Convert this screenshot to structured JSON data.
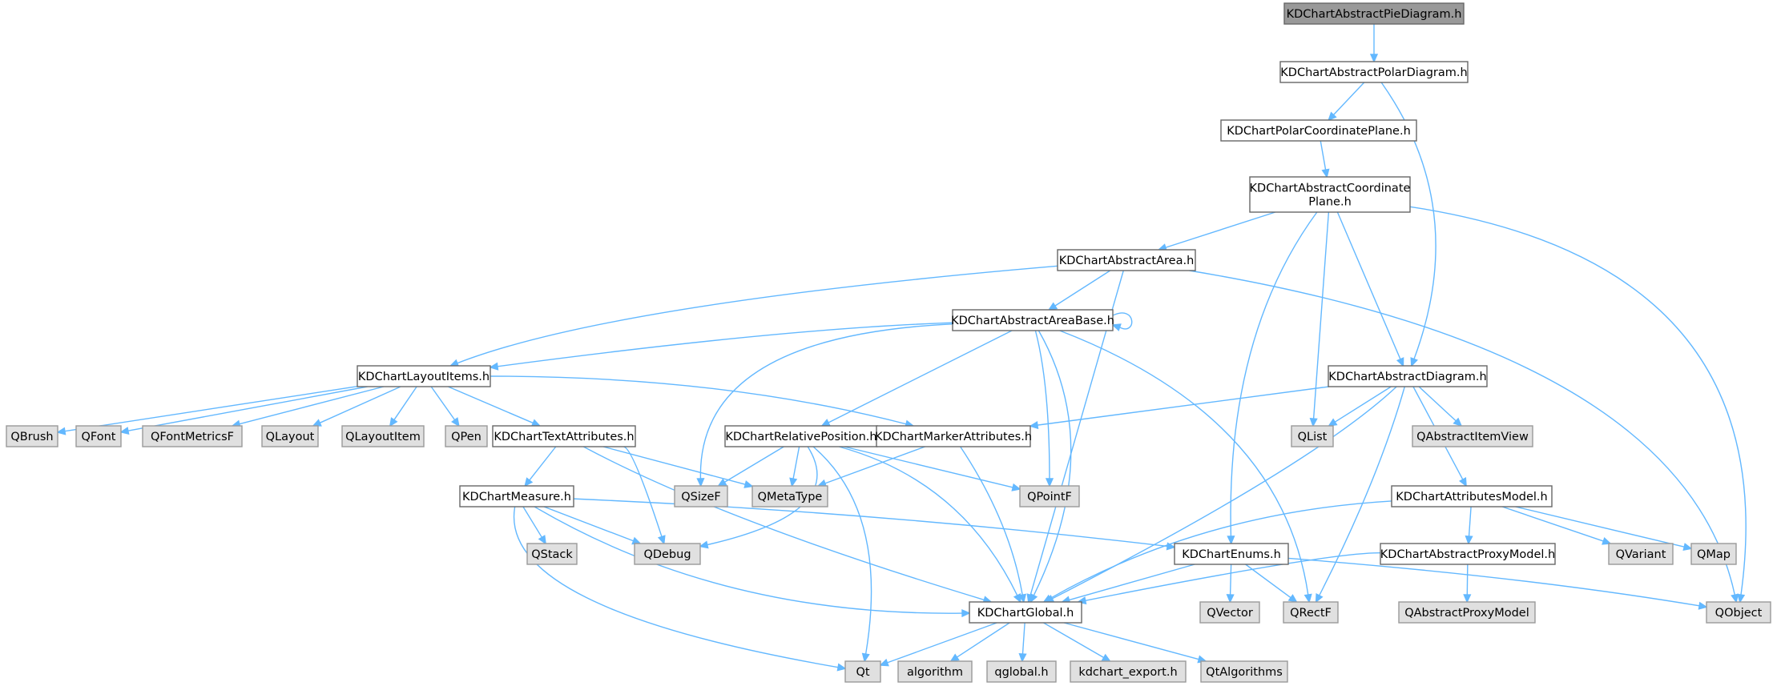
{
  "style": {
    "edge_color": "#63b8ff",
    "project_fill": "#ffffff",
    "project_border": "#666666",
    "external_fill": "#e0e0e0",
    "external_border": "#999999",
    "root_fill": "#999999"
  },
  "nodes": {
    "pie": {
      "label": [
        "KDChartAbstractPieDiagram.h"
      ],
      "kind": "root"
    },
    "polar": {
      "label": [
        "KDChartAbstractPolarDiagram.h"
      ],
      "kind": "project"
    },
    "polarplane": {
      "label": [
        "KDChartPolarCoordinatePlane.h"
      ],
      "kind": "project"
    },
    "coordplane": {
      "label": [
        "KDChartAbstractCoordinate",
        "Plane.h"
      ],
      "kind": "project"
    },
    "area": {
      "label": [
        "KDChartAbstractArea.h"
      ],
      "kind": "project"
    },
    "areabase": {
      "label": [
        "KDChartAbstractAreaBase.h"
      ],
      "kind": "project"
    },
    "layoutitems": {
      "label": [
        "KDChartLayoutItems.h"
      ],
      "kind": "project"
    },
    "diagram": {
      "label": [
        "KDChartAbstractDiagram.h"
      ],
      "kind": "project"
    },
    "QBrush": {
      "label": [
        "QBrush"
      ],
      "kind": "external"
    },
    "QFont": {
      "label": [
        "QFont"
      ],
      "kind": "external"
    },
    "QFontMetricsF": {
      "label": [
        "QFontMetricsF"
      ],
      "kind": "external"
    },
    "QLayout": {
      "label": [
        "QLayout"
      ],
      "kind": "external"
    },
    "QLayoutItem": {
      "label": [
        "QLayoutItem"
      ],
      "kind": "external"
    },
    "QPen": {
      "label": [
        "QPen"
      ],
      "kind": "external"
    },
    "textattr": {
      "label": [
        "KDChartTextAttributes.h"
      ],
      "kind": "project"
    },
    "relpos": {
      "label": [
        "KDChartRelativePosition.h"
      ],
      "kind": "project"
    },
    "marker": {
      "label": [
        "KDChartMarkerAttributes.h"
      ],
      "kind": "project"
    },
    "QList": {
      "label": [
        "QList"
      ],
      "kind": "external"
    },
    "QAbstractItemView": {
      "label": [
        "QAbstractItemView"
      ],
      "kind": "external"
    },
    "measure": {
      "label": [
        "KDChartMeasure.h"
      ],
      "kind": "project"
    },
    "QSizeF": {
      "label": [
        "QSizeF"
      ],
      "kind": "external"
    },
    "QMetaType": {
      "label": [
        "QMetaType"
      ],
      "kind": "external"
    },
    "QPointF": {
      "label": [
        "QPointF"
      ],
      "kind": "external"
    },
    "attrmodel": {
      "label": [
        "KDChartAttributesModel.h"
      ],
      "kind": "project"
    },
    "QStack": {
      "label": [
        "QStack"
      ],
      "kind": "external"
    },
    "QDebug": {
      "label": [
        "QDebug"
      ],
      "kind": "external"
    },
    "enums": {
      "label": [
        "KDChartEnums.h"
      ],
      "kind": "project"
    },
    "proxymodel": {
      "label": [
        "KDChartAbstractProxyModel.h"
      ],
      "kind": "project"
    },
    "QVariant": {
      "label": [
        "QVariant"
      ],
      "kind": "external"
    },
    "QMap": {
      "label": [
        "QMap"
      ],
      "kind": "external"
    },
    "global": {
      "label": [
        "KDChartGlobal.h"
      ],
      "kind": "project"
    },
    "QVector": {
      "label": [
        "QVector"
      ],
      "kind": "external"
    },
    "QRectF": {
      "label": [
        "QRectF"
      ],
      "kind": "external"
    },
    "QAbstractProxyModel": {
      "label": [
        "QAbstractProxyModel"
      ],
      "kind": "external"
    },
    "QObject": {
      "label": [
        "QObject"
      ],
      "kind": "external"
    },
    "Qt": {
      "label": [
        "Qt"
      ],
      "kind": "external"
    },
    "algorithm": {
      "label": [
        "algorithm"
      ],
      "kind": "external"
    },
    "qglobal": {
      "label": [
        "qglobal.h"
      ],
      "kind": "external"
    },
    "kdchart_export": {
      "label": [
        "kdchart_export.h"
      ],
      "kind": "external"
    },
    "QtAlgorithms": {
      "label": [
        "QtAlgorithms"
      ],
      "kind": "external"
    }
  },
  "edges": [
    [
      "pie",
      "polar"
    ],
    [
      "polar",
      "polarplane"
    ],
    [
      "polar",
      "diagram"
    ],
    [
      "polarplane",
      "coordplane"
    ],
    [
      "coordplane",
      "area"
    ],
    [
      "coordplane",
      "QList"
    ],
    [
      "coordplane",
      "diagram"
    ],
    [
      "coordplane",
      "enums"
    ],
    [
      "coordplane",
      "QObject"
    ],
    [
      "area",
      "areabase"
    ],
    [
      "area",
      "layoutitems"
    ],
    [
      "area",
      "global"
    ],
    [
      "area",
      "QObject"
    ],
    [
      "areabase",
      "areabase"
    ],
    [
      "areabase",
      "layoutitems"
    ],
    [
      "areabase",
      "relpos"
    ],
    [
      "areabase",
      "QSizeF"
    ],
    [
      "areabase",
      "QPointF"
    ],
    [
      "areabase",
      "global"
    ],
    [
      "areabase",
      "QRectF"
    ],
    [
      "layoutitems",
      "QBrush"
    ],
    [
      "layoutitems",
      "QFont"
    ],
    [
      "layoutitems",
      "QFontMetricsF"
    ],
    [
      "layoutitems",
      "QLayout"
    ],
    [
      "layoutitems",
      "QLayoutItem"
    ],
    [
      "layoutitems",
      "QPen"
    ],
    [
      "layoutitems",
      "textattr"
    ],
    [
      "layoutitems",
      "marker"
    ],
    [
      "diagram",
      "marker"
    ],
    [
      "diagram",
      "QList"
    ],
    [
      "diagram",
      "QAbstractItemView"
    ],
    [
      "diagram",
      "attrmodel"
    ],
    [
      "diagram",
      "global"
    ],
    [
      "diagram",
      "QRectF"
    ],
    [
      "textattr",
      "measure"
    ],
    [
      "textattr",
      "QMetaType"
    ],
    [
      "textattr",
      "QDebug"
    ],
    [
      "textattr",
      "global"
    ],
    [
      "relpos",
      "QSizeF"
    ],
    [
      "relpos",
      "QMetaType"
    ],
    [
      "relpos",
      "QPointF"
    ],
    [
      "relpos",
      "QDebug"
    ],
    [
      "relpos",
      "global"
    ],
    [
      "relpos",
      "Qt"
    ],
    [
      "marker",
      "QMetaType"
    ],
    [
      "marker",
      "global"
    ],
    [
      "measure",
      "QStack"
    ],
    [
      "measure",
      "QDebug"
    ],
    [
      "measure",
      "enums"
    ],
    [
      "measure",
      "global"
    ],
    [
      "measure",
      "Qt"
    ],
    [
      "attrmodel",
      "proxymodel"
    ],
    [
      "attrmodel",
      "QVariant"
    ],
    [
      "attrmodel",
      "QMap"
    ],
    [
      "attrmodel",
      "global"
    ],
    [
      "enums",
      "QVector"
    ],
    [
      "enums",
      "QRectF"
    ],
    [
      "enums",
      "QObject"
    ],
    [
      "enums",
      "global"
    ],
    [
      "proxymodel",
      "QAbstractProxyModel"
    ],
    [
      "proxymodel",
      "global"
    ],
    [
      "global",
      "Qt"
    ],
    [
      "global",
      "algorithm"
    ],
    [
      "global",
      "qglobal"
    ],
    [
      "global",
      "kdchart_export"
    ],
    [
      "global",
      "QtAlgorithms"
    ]
  ]
}
